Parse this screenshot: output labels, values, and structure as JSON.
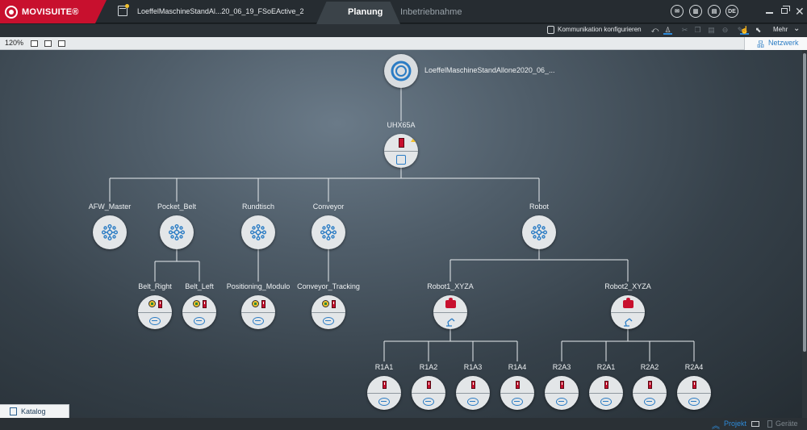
{
  "app": {
    "logo_text": "MOVISUITE®",
    "project_name": "LoeffelMaschineStandAl...20_06_19_FSoEActive_2",
    "tabs": [
      {
        "label": "Planung",
        "active": true
      },
      {
        "label": "Inbetriebnahme",
        "active": false
      }
    ],
    "header_buttons": [
      {
        "icon": "mail-icon"
      },
      {
        "icon": "docs-icon"
      },
      {
        "icon": "clipboard-icon"
      },
      {
        "icon": "language-icon",
        "label": "DE"
      }
    ],
    "window_controls": {
      "minimize": "minimize-icon",
      "restore": "restore-icon",
      "close": "✕"
    }
  },
  "toolbar": {
    "communication_label": "Kommunikation konfigurieren",
    "more_label": "Mehr",
    "icons": [
      {
        "name": "topology-icon",
        "glyph": "⤺",
        "dim": false,
        "selected": false
      },
      {
        "name": "user-icon",
        "glyph": "♙",
        "dim": false,
        "selected": true
      },
      {
        "name": "cut-icon",
        "glyph": "✂",
        "dim": true,
        "selected": false
      },
      {
        "name": "copy-icon",
        "glyph": "❐",
        "dim": true,
        "selected": false
      },
      {
        "name": "paste-icon",
        "glyph": "▤",
        "dim": true,
        "selected": false
      },
      {
        "name": "remove-icon",
        "glyph": "⊖",
        "dim": true,
        "selected": false
      },
      {
        "name": "edit-icon",
        "glyph": "✎",
        "dim": true,
        "selected": false
      },
      {
        "name": "hand-icon",
        "glyph": "☝",
        "dim": false,
        "selected": true
      },
      {
        "name": "pointer-icon",
        "glyph": "⬉",
        "dim": false,
        "selected": false
      }
    ]
  },
  "view": {
    "zoom": "120%",
    "network_tab": "Netzwerk"
  },
  "tree": {
    "root": {
      "label": "LoeffelMaschineStandAllone2020_06_..."
    },
    "controller": {
      "label": "UHX65A"
    },
    "modules": [
      {
        "label": "AFW_Master"
      },
      {
        "label": "Pocket_Belt"
      },
      {
        "label": "Rundtisch"
      },
      {
        "label": "Conveyor"
      },
      {
        "label": "Robot"
      }
    ],
    "axes": [
      {
        "label": "Belt_Right",
        "safe": true
      },
      {
        "label": "Belt_Left",
        "safe": true
      },
      {
        "label": "Positioning_Modulo",
        "safe": true
      },
      {
        "label": "Conveyor_Tracking",
        "safe": true
      }
    ],
    "robots": [
      {
        "label": "Robot1_XYZA"
      },
      {
        "label": "Robot2_XYZA"
      }
    ],
    "robot_axes": [
      {
        "label": "R1A1"
      },
      {
        "label": "R1A2"
      },
      {
        "label": "R1A3"
      },
      {
        "label": "R1A4"
      },
      {
        "label": "R2A3"
      },
      {
        "label": "R2A1"
      },
      {
        "label": "R2A2"
      },
      {
        "label": "R2A4"
      }
    ]
  },
  "bottom": {
    "catalog_label": "Katalog",
    "project_label": "Projekt",
    "devices_label": "Geräte"
  }
}
